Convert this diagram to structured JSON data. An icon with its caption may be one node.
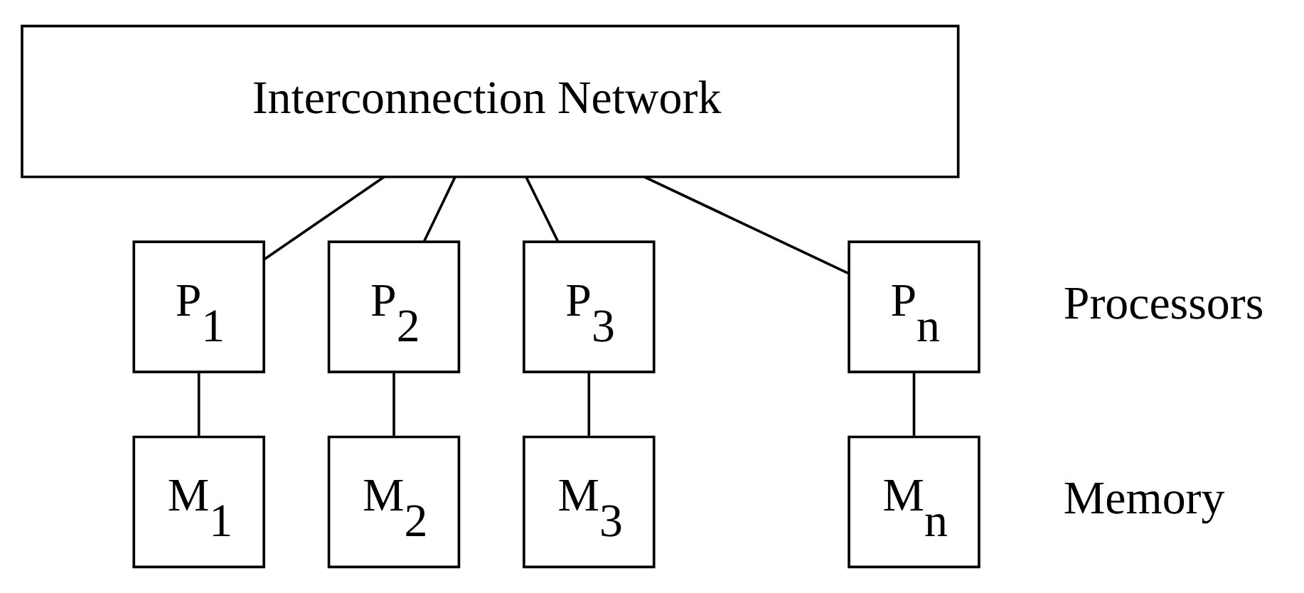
{
  "diagram": {
    "nodes": [
      {
        "text": [
          "Interconnection Network"
        ]
      },
      {
        "text": [
          "P$_{1}$"
        ]
      },
      {
        "text": [
          "P$_{2}$"
        ]
      },
      {
        "text": [
          "P$_{3}$"
        ]
      },
      {
        "text": [
          "P$_{n}$"
        ]
      },
      {
        "text": [
          "M$_{1}$"
        ]
      },
      {
        "text": [
          "M$_{2}$"
        ]
      },
      {
        "text": [
          "M$_{3}$"
        ]
      },
      {
        "text": [
          "M$_{n}$"
        ]
      }
    ],
    "edges": [
      {
        "from": 0,
        "to": 1,
        "arrow": "none"
      },
      {
        "from": 0,
        "to": 2,
        "arrow": "none"
      },
      {
        "from": 0,
        "to": 3,
        "arrow": "none"
      },
      {
        "from": 0,
        "to": 4,
        "arrow": "none"
      },
      {
        "from": 1,
        "to": 5,
        "arrow": "none"
      },
      {
        "from": 2,
        "to": 6,
        "arrow": "none"
      },
      {
        "from": 3,
        "to": 7,
        "arrow": "none"
      },
      {
        "from": 4,
        "to": 8,
        "arrow": "none"
      }
    ],
    "labels": [
      "Processors",
      "Memory"
    ]
  }
}
